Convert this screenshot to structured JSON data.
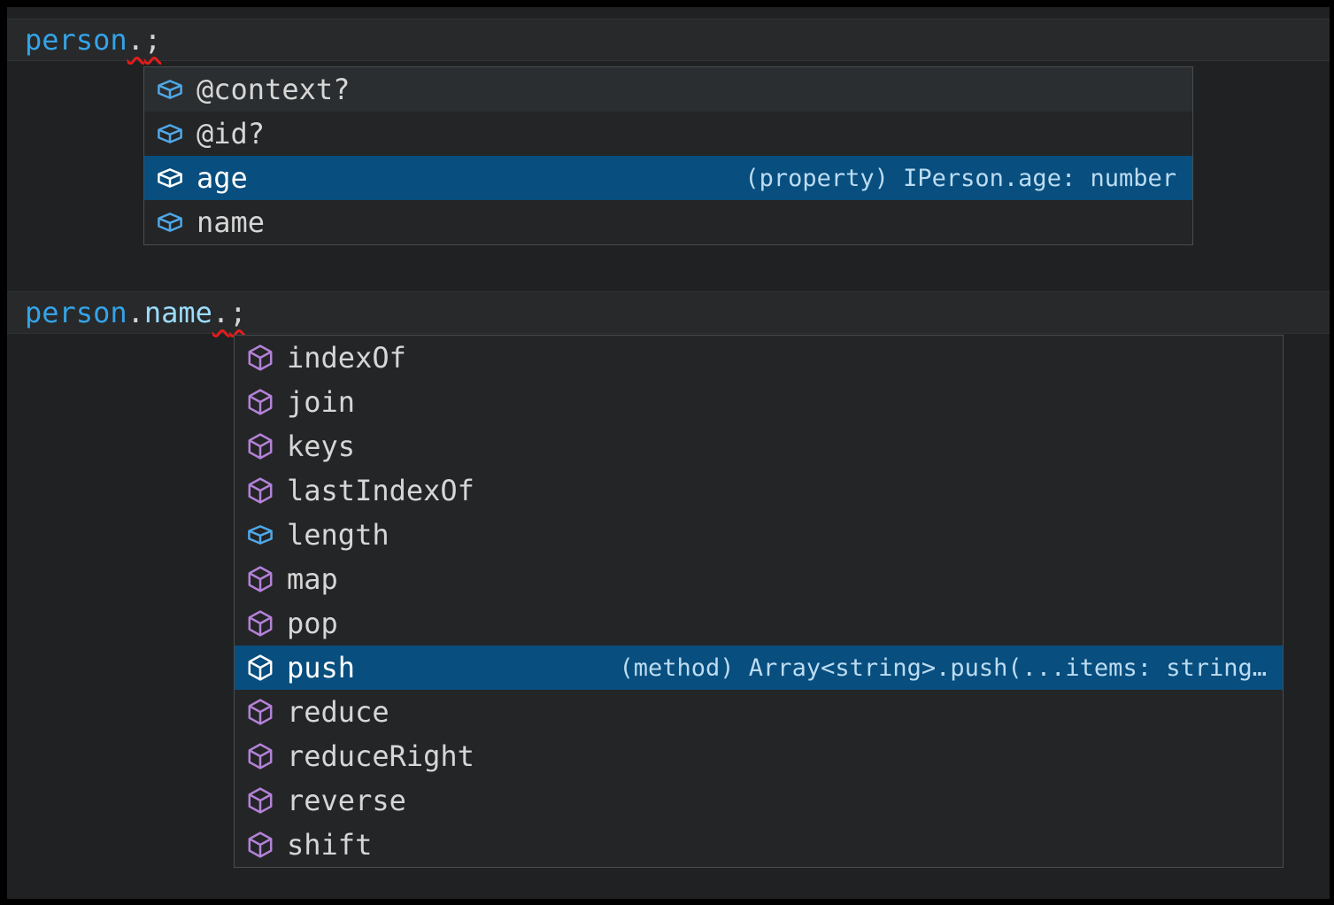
{
  "colors": {
    "editor_background": "#202122",
    "line_highlight": "#27292a",
    "suggest_background": "#242527",
    "suggest_border": "#4a4d4f",
    "suggest_hover": "#2b2e30",
    "selection_background": "#084e7e",
    "label": "#d6d6d6",
    "label_selected": "#ffffff",
    "detail_selected": "#bcdcf2",
    "variable": "#35a3e8",
    "property": "#9cdcfe",
    "punctuation": "#d4d4d4",
    "squiggle": "#e51c1c",
    "icon_field": "#4fa8e8",
    "icon_method": "#b482d8"
  },
  "code": {
    "line1": {
      "t0": "person",
      "t1": ".",
      "t2": ";"
    },
    "line2": {
      "t0": "person",
      "t1": ".",
      "t2": "name",
      "t3": ".",
      "t4": ";"
    }
  },
  "suggest_person": {
    "items": [
      {
        "label": "@context?",
        "icon": "symbol-field",
        "hovered": true
      },
      {
        "label": "@id?",
        "icon": "symbol-field"
      },
      {
        "label": "age",
        "icon": "symbol-field",
        "selected": true,
        "detail": "(property) IPerson.age: number"
      },
      {
        "label": "name",
        "icon": "symbol-field"
      }
    ]
  },
  "suggest_person_name": {
    "items": [
      {
        "label": "indexOf",
        "icon": "symbol-method"
      },
      {
        "label": "join",
        "icon": "symbol-method"
      },
      {
        "label": "keys",
        "icon": "symbol-method"
      },
      {
        "label": "lastIndexOf",
        "icon": "symbol-method"
      },
      {
        "label": "length",
        "icon": "symbol-field"
      },
      {
        "label": "map",
        "icon": "symbol-method"
      },
      {
        "label": "pop",
        "icon": "symbol-method"
      },
      {
        "label": "push",
        "icon": "symbol-method",
        "selected": true,
        "detail": "(method) Array<string>.push(...items: string…"
      },
      {
        "label": "reduce",
        "icon": "symbol-method"
      },
      {
        "label": "reduceRight",
        "icon": "symbol-method"
      },
      {
        "label": "reverse",
        "icon": "symbol-method"
      },
      {
        "label": "shift",
        "icon": "symbol-method"
      }
    ]
  }
}
